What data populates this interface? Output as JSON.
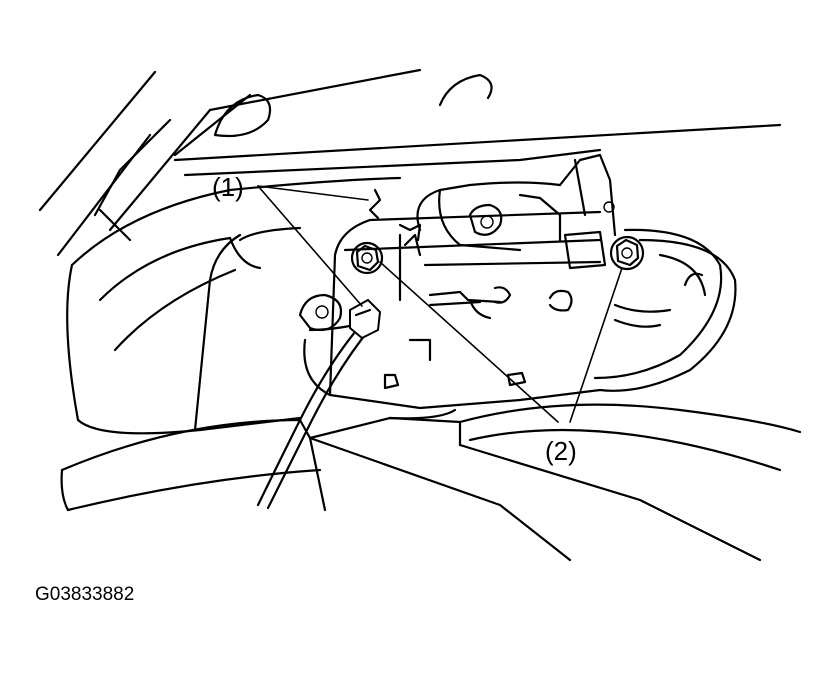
{
  "callouts": {
    "one": "(1)",
    "two": "(2)"
  },
  "figure_id": "G03833882"
}
